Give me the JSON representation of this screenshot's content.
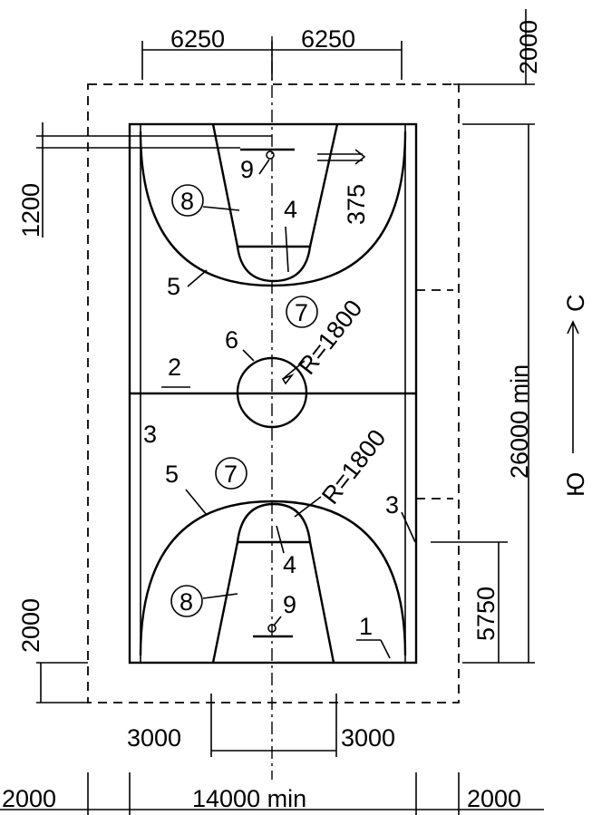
{
  "dimensions": {
    "top_left": "6250",
    "top_right": "6250",
    "top_margin": "2000",
    "offset_1200": "1200",
    "dist_375": "375",
    "length": "26000 min",
    "width": "14000 min",
    "left_margin": "2000",
    "right_margin": "2000",
    "bottom_offset_left": "2000",
    "lane_3000_left": "3000",
    "lane_3000_right": "3000",
    "dim_5750": "5750",
    "radius_upper": "R=1800",
    "radius_lower": "R=1800"
  },
  "markers": {
    "m1": "1",
    "m2": "2",
    "m3_left": "3",
    "m3_right": "3",
    "m4_top": "4",
    "m4_bottom": "4",
    "m5_top": "5",
    "m5_bottom": "5",
    "m6": "6",
    "m7_top": "7",
    "m7_bottom": "7",
    "m8_top": "8",
    "m8_bottom": "8",
    "m9_top": "9",
    "m9_bottom": "9"
  },
  "orientation": {
    "north": "С",
    "south": "Ю"
  }
}
